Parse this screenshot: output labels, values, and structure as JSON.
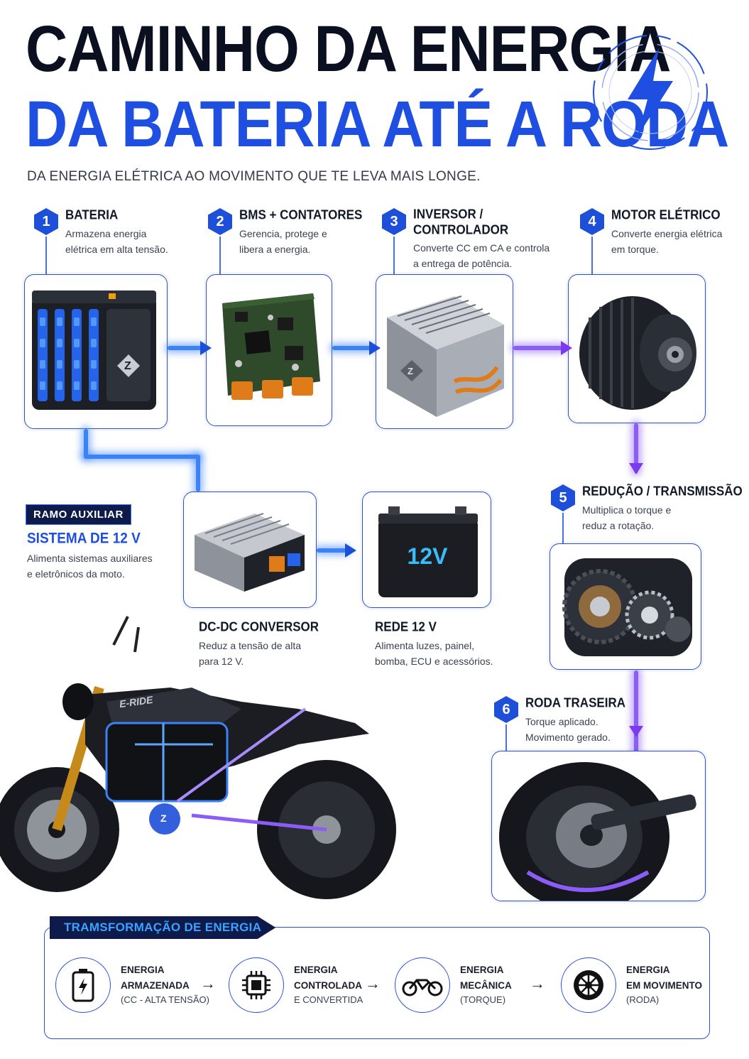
{
  "header": {
    "title_line1": "CAMINHO DA ENERGIA",
    "title_line2": "DA BATERIA ATÉ A RODA",
    "subtitle": "DA ENERGIA ELÉTRICA AO MOVIMENTO QUE TE LEVA MAIS LONGE.",
    "icon": "lightning-bolt-icon"
  },
  "steps": [
    {
      "number": "1",
      "title": "BATERIA",
      "desc1": "Armazena energia",
      "desc2": "elétrica em alta tensão.",
      "icon": "battery-pack-image"
    },
    {
      "number": "2",
      "title": "BMS + CONTATORES",
      "desc1": "Gerencia, protege e",
      "desc2": "libera a energia.",
      "icon": "circuit-board-image"
    },
    {
      "number": "3",
      "title": "INVERSOR / CONTROLADOR",
      "desc1": "Converte CC em CA e controla",
      "desc2": "a entrega de potência.",
      "icon": "inverter-image"
    },
    {
      "number": "4",
      "title": "MOTOR ELÉTRICO",
      "desc1": "Converte energia elétrica",
      "desc2": "em torque.",
      "icon": "electric-motor-image"
    },
    {
      "number": "5",
      "title": "REDUÇÃO / TRANSMISSÃO",
      "desc1": "Multiplica o torque e",
      "desc2": "reduz a rotação.",
      "icon": "gearbox-image"
    },
    {
      "number": "6",
      "title": "RODA TRASEIRA",
      "desc1": "Torque aplicado.",
      "desc2": "Movimento gerado.",
      "icon": "rear-wheel-image"
    }
  ],
  "aux": {
    "badge": "RAMO AUXILIAR",
    "title": "SISTEMA DE 12 V",
    "desc1": "Alimenta sistemas auxiliares",
    "desc2": "e eletrônicos da moto.",
    "dcdc": {
      "title": "DC-DC CONVERSOR",
      "desc1": "Reduz a tensão de alta",
      "desc2": "para 12 V."
    },
    "net12": {
      "title": "REDE 12 V",
      "desc1": "Alimenta luzes, painel,",
      "desc2": "bomba, ECU e acessórios.",
      "battery_label": "12V"
    }
  },
  "motorcycle": {
    "brand": "E-RIDE",
    "logo": "Z"
  },
  "transform": {
    "badge": "TRAMSFORMAÇÃO DE ENERGIA",
    "stages": [
      {
        "line1": "ENERGIA",
        "line2": "ARMAZENADA",
        "sub": "(CC - ALTA TENSÃO)",
        "icon": "battery-icon"
      },
      {
        "line1": "ENERGIA",
        "line2": "CONTROLADA",
        "sub": "E CONVERTIDA",
        "icon": "chip-icon"
      },
      {
        "line1": "ENERGIA",
        "line2": "MECÂNICA",
        "sub": "(TORQUE)",
        "icon": "motorcycle-icon"
      },
      {
        "line1": "ENERGIA",
        "line2": "EM MOVIMENTO",
        "sub": "(RODA)",
        "icon": "wheel-icon"
      }
    ],
    "arrow": "→"
  },
  "colors": {
    "accent_blue": "#1f4fe0",
    "glow_blue": "#3b82f6",
    "glow_purple": "#8b5cf6",
    "dark_navy": "#0d1a4a"
  }
}
